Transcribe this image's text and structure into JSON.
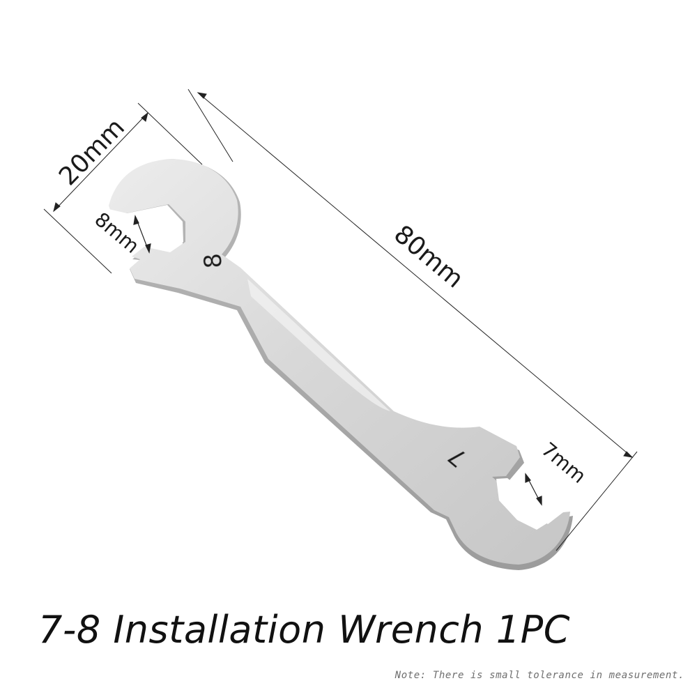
{
  "product": {
    "title": "7-8 Installation Wrench 1PC",
    "note": "Note: There is small tolerance in measurement."
  },
  "dimensions": {
    "head_width": "20mm",
    "length": "80mm",
    "large_jaw": "8mm",
    "small_jaw": "7mm"
  },
  "stamped_sizes": {
    "large_end": "8",
    "small_end": "7"
  },
  "colors": {
    "background": "#ffffff",
    "metal_light": "#e4e4e4",
    "metal_mid": "#c9c9c9",
    "metal_edge": "#a9a9a9",
    "text": "#111111"
  }
}
